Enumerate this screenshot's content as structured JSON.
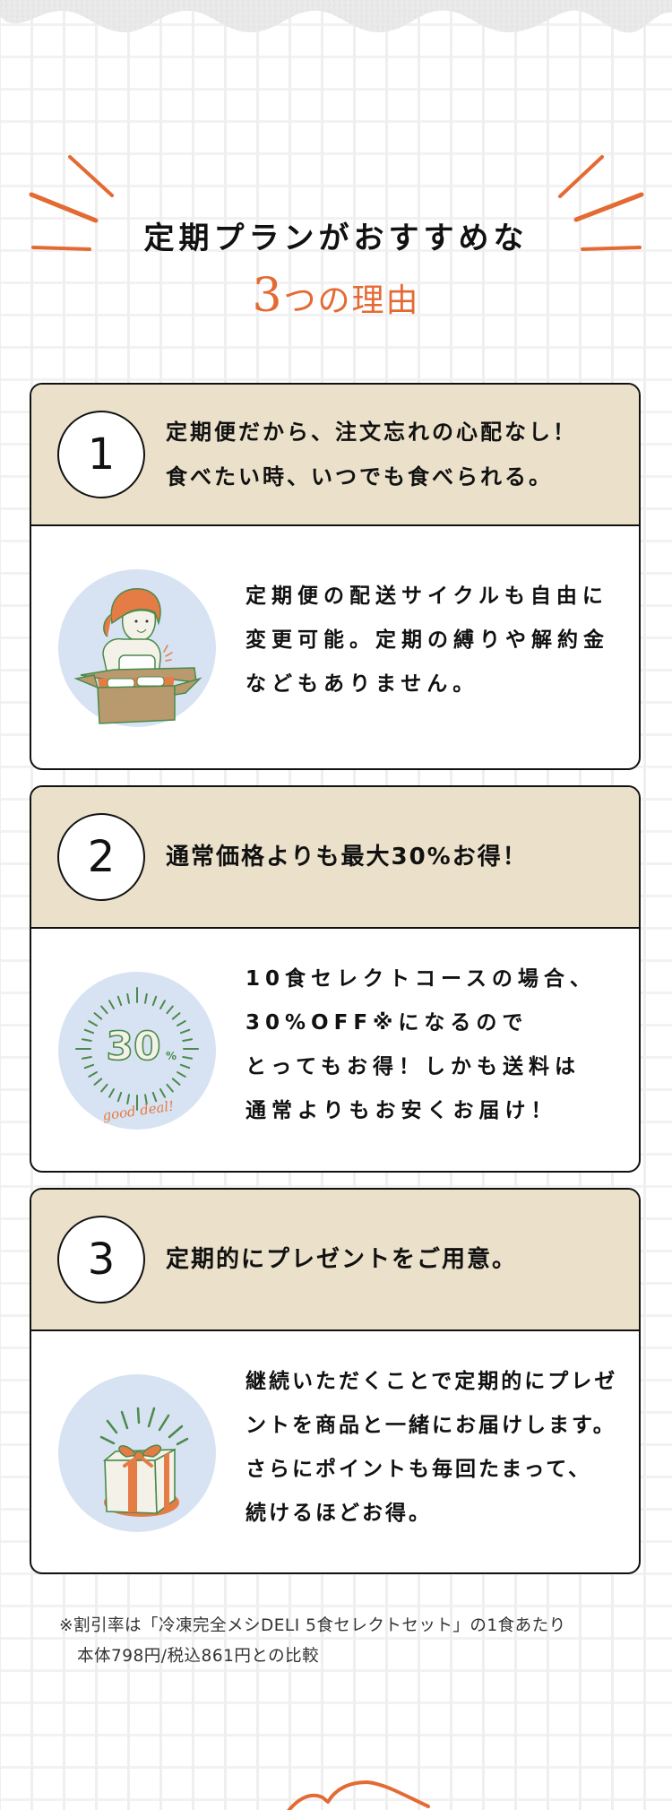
{
  "header": {
    "title_line1": "定期プランがおすすめな",
    "title_line2_number": "3",
    "title_line2_text": "つの理由"
  },
  "colors": {
    "accent": "#e46a34",
    "card_header_bg": "#ebe1cb",
    "illustration_bg": "#d7e3f2",
    "illustration_green": "#4a8a4a",
    "border": "#111111"
  },
  "reasons": [
    {
      "number": "1",
      "heading_lines": [
        "定期便だから、注文忘れの心配なし！",
        "食べたい時、いつでも食べられる。"
      ],
      "illustration": "woman-opening-box-icon",
      "body_lines": [
        "定期便の配送サイクルも自由に",
        "変更可能。定期の縛りや解約金",
        "などもありません。"
      ]
    },
    {
      "number": "2",
      "heading_lines": [
        "通常価格よりも最大30%お得！"
      ],
      "illustration": "30-percent-good-deal-icon",
      "badge_number": "30",
      "badge_percent": "%",
      "badge_script": "good deal!",
      "body_lines": [
        "10食セレクトコースの場合、",
        "30%OFF※になるので",
        "とってもお得！しかも送料は",
        "通常よりもお安くお届け！"
      ]
    },
    {
      "number": "3",
      "heading_lines": [
        "定期的にプレゼントをご用意。"
      ],
      "illustration": "gift-box-icon",
      "body_lines": [
        "継続いただくことで定期的にプレゼ",
        "ントを商品と一緒にお届けします。",
        "さらにポイントも毎回たまって、",
        "続けるほどお得。"
      ]
    }
  ],
  "footnote": {
    "line1": "※割引率は「冷凍完全メシDELI 5食セレクトセット」の1食あたり",
    "line2": "本体798円/税込861円との比較"
  }
}
